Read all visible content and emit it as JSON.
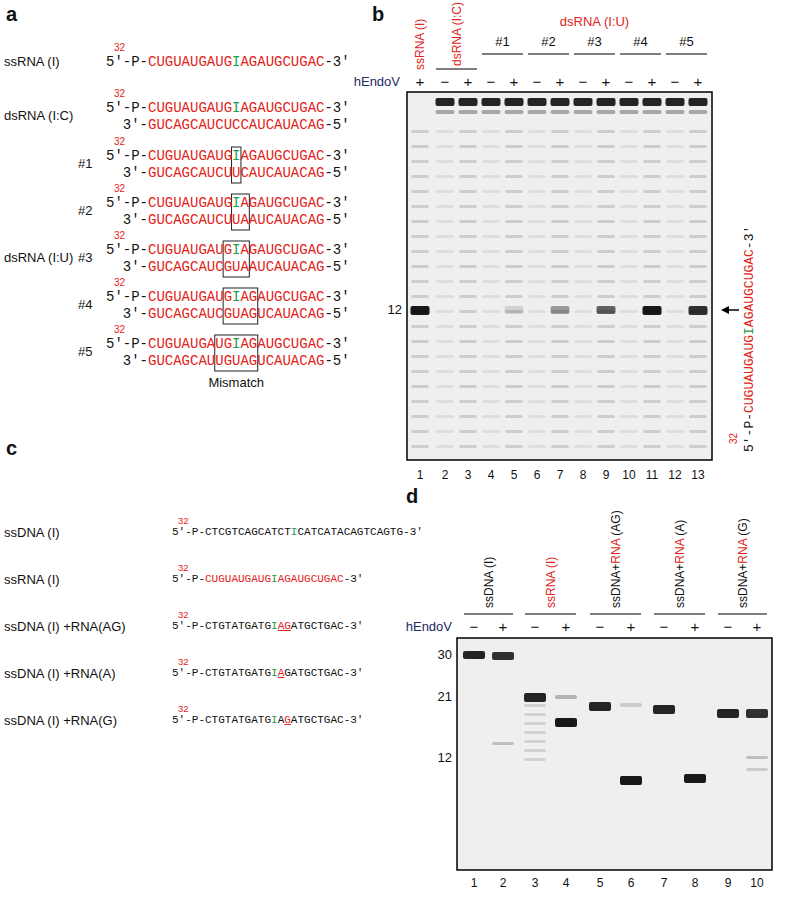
{
  "diagram": {
    "labels": [
      "a",
      "ssRNA (I)",
      "32",
      "5'-P-CUGUAUGAUGIAGAUGCUGAC-3'",
      "dsRNA (I:C)",
      "32",
      "5'-P-CUGUAUGAUGIAGAUGCUGAC-3'",
      "3'-GUCAGCAUCUCCAUCAUACAG-5'",
      "#1",
      "32",
      "5'-P-CUGUAUGAUGIAGAUGCUGAC-3'",
      "3'-GUCAGCAUCUUCAUCAUACAG-5'",
      "#2",
      "32",
      "5'-P-CUGUAUGAUGIAGAUGCUGAC-3'",
      "3'-GUCAGCAUCUUAAUCAUACAG-5'",
      "dsRNA (I:U)",
      "#3",
      "32",
      "5'-P-CUGUAUGAUGIAGAUGCUGAC-3'",
      "3'-GUCAGCAUCGUAAUCAUACAG-5'",
      "#4",
      "32",
      "5'-P-CUGUAUGAUGIAGAUGCUGAC-3'",
      "3'-GUCAGCAUCGUAGUCAUACAG-5'",
      "#5",
      "32",
      "5'-P-CUGUAUGAUGIAGAUGCUGAC-3'",
      "3'-GUCAGCAUUGUAGUCAUACAG-5'",
      "Mismatch",
      "b",
      "ssRNA (I)",
      "dsRNA (I:C)",
      "dsRNA (I:U)",
      "#1",
      "#2",
      "#3",
      "#4",
      "#5",
      "hEndoV",
      "+",
      "−",
      "+",
      "−",
      "+",
      "−",
      "+",
      "−",
      "+",
      "−",
      "+",
      "−",
      "+",
      "12",
      "1",
      "2",
      "3",
      "4",
      "5",
      "6",
      "7",
      "8",
      "9",
      "10",
      "11",
      "12",
      "13",
      "32",
      "5'-P-CUGUAUGAUGIAGAUGCUGAC-3'",
      "c",
      "ssDNA (I)",
      "32",
      "5'-P-CTCGTCAGCATCTICATCATACAGTCAGTG-3'",
      "ssRNA (I)",
      "32",
      "5'-P-CUGUAUGAUGIAGAUGCUGAC-3'",
      "ssDNA (I) +RNA(AG)",
      "32",
      "5'-P-CTGTATGATGIAGATGCTGAC-3'",
      "ssDNA (I) +RNA(A)",
      "32",
      "5'-P-CTGTATGATGIAGATGCTGAC-3'",
      "ssDNA (I) +RNA(G)",
      "32",
      "5'-P-CTGTATGATGIAGATGCTGAC-3'",
      "d",
      "ssDNA (I)",
      "ssRNA (I)",
      "ssDNA+RNA (AG)",
      "ssDNA+RNA (A)",
      "ssDNA+RNA (G)",
      "hEndoV",
      "−",
      "+",
      "−",
      "+",
      "−",
      "+",
      "−",
      "+",
      "−",
      "+",
      "30",
      "21",
      "12",
      "1",
      "2",
      "3",
      "4",
      "5",
      "6",
      "7",
      "8",
      "9",
      "10"
    ]
  }
}
